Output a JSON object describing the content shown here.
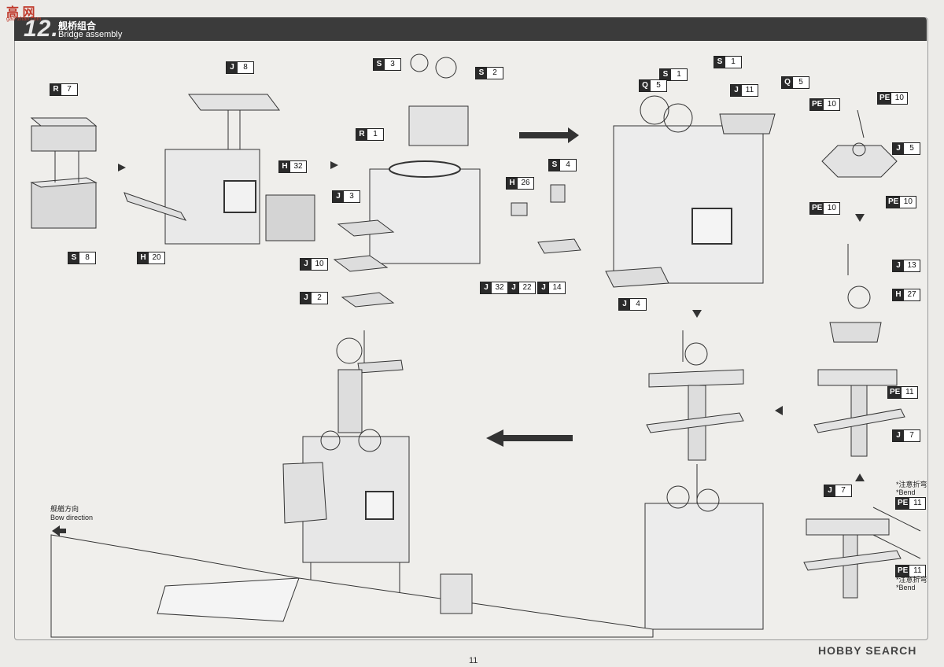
{
  "header": {
    "logo": "高 网",
    "logo_sub": "gao-zhan.com",
    "step_number": "12.",
    "title_zh": "舰桥组合",
    "title_en": "Bridge assembly"
  },
  "callouts": [
    {
      "k": "R",
      "v": "7"
    },
    {
      "k": "J",
      "v": "8"
    },
    {
      "k": "S",
      "v": "3"
    },
    {
      "k": "S",
      "v": "2"
    },
    {
      "k": "S",
      "v": "8"
    },
    {
      "k": "H",
      "v": "20"
    },
    {
      "k": "H",
      "v": "32"
    },
    {
      "k": "R",
      "v": "1"
    },
    {
      "k": "J",
      "v": "3"
    },
    {
      "k": "H",
      "v": "26"
    },
    {
      "k": "S",
      "v": "4"
    },
    {
      "k": "J",
      "v": "10"
    },
    {
      "k": "J",
      "v": "2"
    },
    {
      "k": "J",
      "v": "32"
    },
    {
      "k": "J",
      "v": "22"
    },
    {
      "k": "J",
      "v": "14"
    },
    {
      "k": "S",
      "v": "1"
    },
    {
      "k": "S",
      "v": "1"
    },
    {
      "k": "Q",
      "v": "5"
    },
    {
      "k": "J",
      "v": "11"
    },
    {
      "k": "Q",
      "v": "5"
    },
    {
      "k": "PE",
      "v": "10"
    },
    {
      "k": "PE",
      "v": "10"
    },
    {
      "k": "J",
      "v": "5"
    },
    {
      "k": "PE",
      "v": "10"
    },
    {
      "k": "PE",
      "v": "10"
    },
    {
      "k": "J",
      "v": "4"
    },
    {
      "k": "J",
      "v": "13"
    },
    {
      "k": "H",
      "v": "27"
    },
    {
      "k": "PE",
      "v": "11"
    },
    {
      "k": "J",
      "v": "7"
    },
    {
      "k": "J",
      "v": "7"
    },
    {
      "k": "PE",
      "v": "11"
    },
    {
      "k": "PE",
      "v": "11"
    }
  ],
  "notes": {
    "bend_zh_1": "*注意折弯",
    "bend_en_1": "*Bend",
    "bend_zh_2": "*注意折弯",
    "bend_en_2": "*Bend",
    "bow_zh": "舰艏方向",
    "bow_en": "Bow direction"
  },
  "footer": {
    "page_number": "11",
    "watermark": "HOBBY SEARCH"
  },
  "colors": {
    "header_bg": "#3b3b3b",
    "tag_key_bg": "#2a2a2a",
    "watermark_red": "#c0392b"
  }
}
